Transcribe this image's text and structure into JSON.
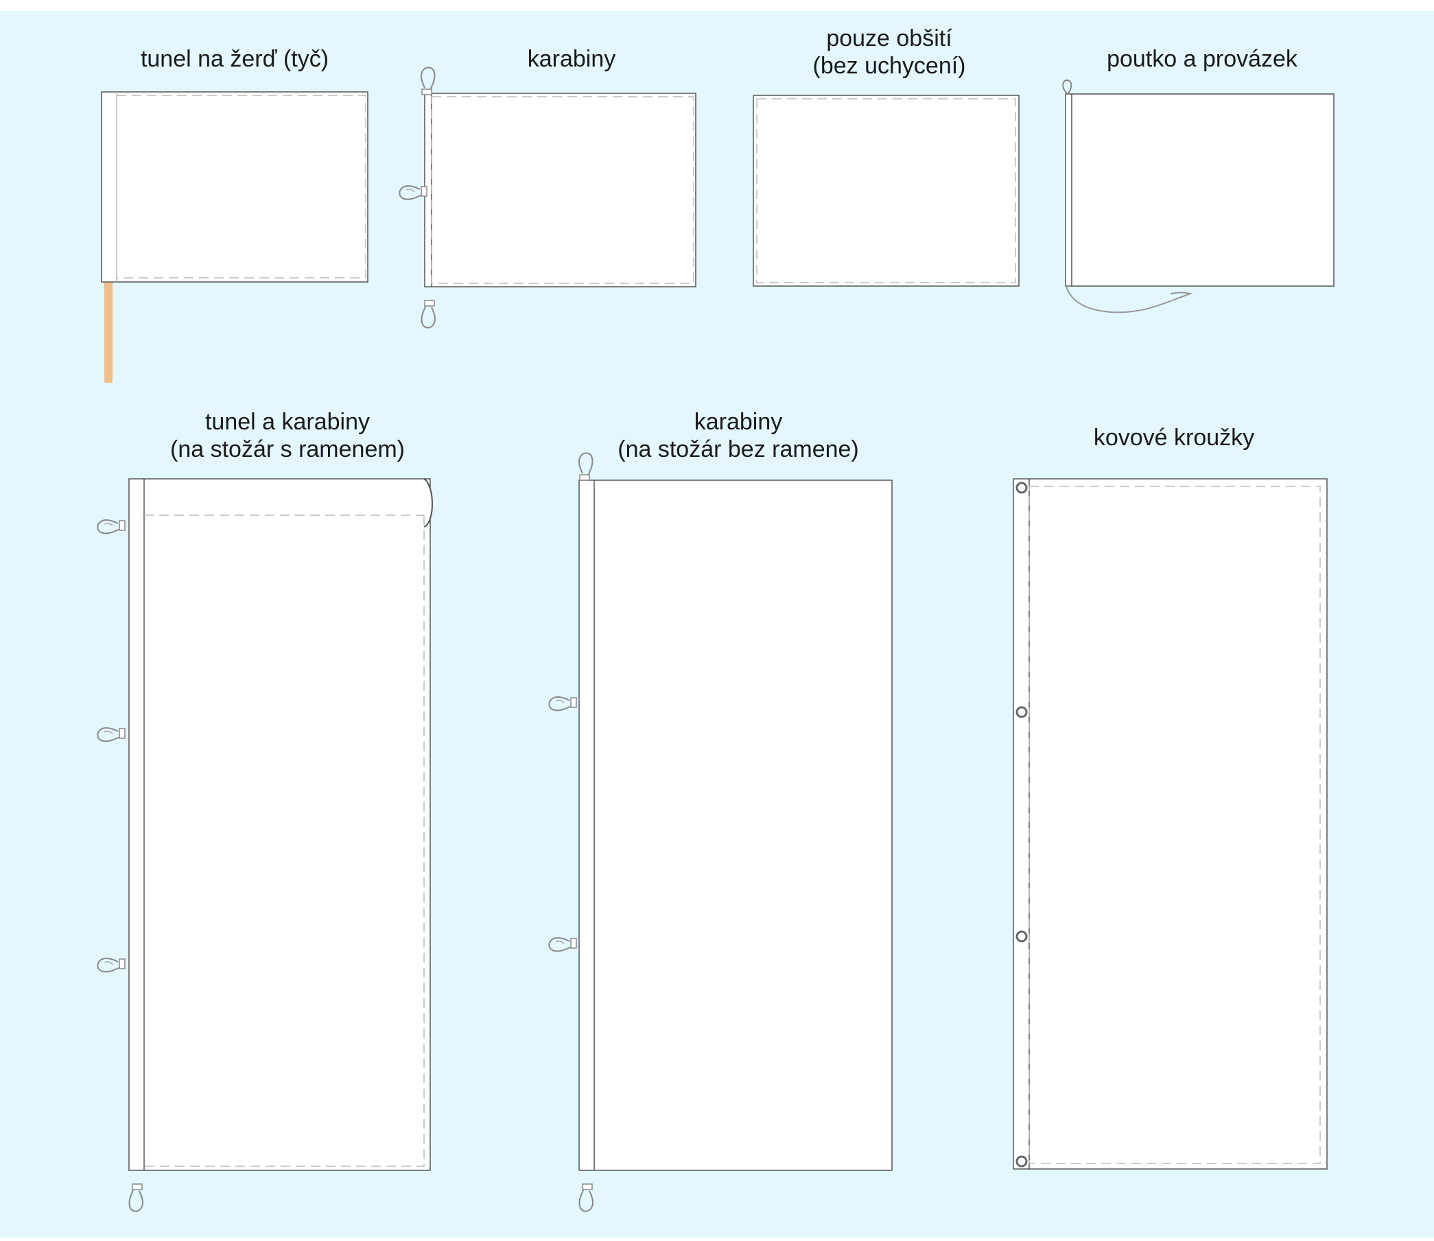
{
  "colors": {
    "background": "#e3f7fd",
    "flag_fill": "#ffffff",
    "outline": "#555555",
    "seam": "#bbbbbb",
    "pole": "#f0c08a",
    "grommet": "#666666"
  },
  "variants": [
    {
      "id": "pole-tunnel",
      "label": "tunel na žerď (tyč)",
      "icon": "pole-icon"
    },
    {
      "id": "carabiners",
      "label": "karabiny",
      "icon": "carabiner-icon"
    },
    {
      "id": "hem-only",
      "label_lines": [
        "pouze obšití",
        "(bez uchycení)"
      ]
    },
    {
      "id": "loop-and-cord",
      "label": "poutko a provázek",
      "icon": "cord-icon"
    },
    {
      "id": "tunnel-and-carabiners",
      "label_lines": [
        "tunel a karabiny",
        "(na stožár s ramenem)"
      ],
      "icon": "carabiner-icon"
    },
    {
      "id": "carabiners-mast",
      "label_lines": [
        "karabiny",
        "(na stožár bez ramene)"
      ],
      "icon": "carabiner-icon"
    },
    {
      "id": "metal-grommets",
      "label": "kovové kroužky",
      "icon": "grommet-icon"
    }
  ]
}
